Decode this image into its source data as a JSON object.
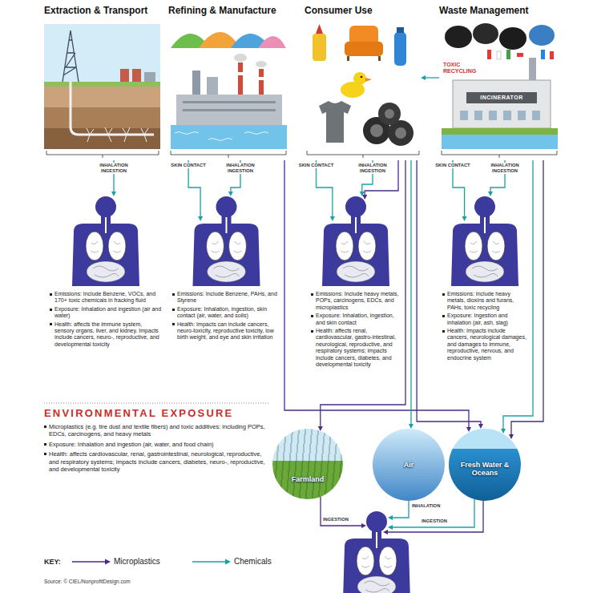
{
  "diagram": {
    "nodes": [
      {
        "text": [
          "Extraction & Transport"
        ]
      },
      {
        "text": [
          "Refining & Manufacture"
        ]
      },
      {
        "text": [
          "Consumer Use"
        ]
      },
      {
        "text": [
          "Waste Management"
        ]
      },
      {
        "text": [
          "Emissions: Include Benzene, VOCs, and 170+ toxic chemicals in fracking fluid",
          "Exposure: Inhalation and ingestion (air and water)",
          "Health: affects the immune system, sensory organs, liver, and kidney. Impacts include cancers, neuro-, reproductive, and developmental toxicity"
        ]
      },
      {
        "text": [
          "Emissions: Include Benzene, PAHs, and Styrene",
          "Exposure: Inhalation, ingestion, skin contact (air, water, and soils)",
          "Health: Impacts can include cancers, neuro-toxicity, reproductive toxicity, low birth weight, and eye and skin irritation"
        ]
      },
      {
        "text": [
          "Emissions: Include heavy metals, POPs, carcinogens, EDCs, and microplastics",
          "Exposure: Inhalation, ingestion, and skin contact",
          "Health: affects renal, cardiovascular, gastro-intestinal, neurological, reproductive, and respiratory systems; impacts include cancers, diabetes, and developmental toxicity"
        ]
      },
      {
        "text": [
          "Emissions: Include heavy metals, dioxins and furans, PAHs, toxic recycling",
          "Exposure: Ingestion and inhalation (air, ash, slag)",
          "Health: Impacts include cancers, neurological damages, and damages to immune, reproductive, nervous, and endocrine system"
        ]
      },
      {
        "text": [
          "Farmland"
        ]
      },
      {
        "text": [
          "Air"
        ]
      },
      {
        "text": [
          "Fresh Water & Oceans"
        ]
      }
    ],
    "edges": [
      {
        "from": 0,
        "to": 4,
        "label": "INHALATION INGESTION",
        "arrow": "to"
      },
      {
        "from": 1,
        "to": 5,
        "label": "SKIN CONTACT",
        "arrow": "to"
      },
      {
        "from": 1,
        "to": 5,
        "label": "INHALATION INGESTION",
        "arrow": "to"
      },
      {
        "from": 2,
        "to": 6,
        "label": "SKIN CONTACT",
        "arrow": "to"
      },
      {
        "from": 2,
        "to": 6,
        "label": "INHALATION INGESTION",
        "arrow": "to"
      },
      {
        "from": 2,
        "to": 6,
        "arrow": "to"
      },
      {
        "from": 3,
        "to": 7,
        "label": "SKIN CONTACT",
        "arrow": "to"
      },
      {
        "from": 3,
        "to": 7,
        "label": "INHALATION INGESTION",
        "arrow": "to"
      },
      {
        "from": 3,
        "to": 2,
        "label": "TOXIC RECYCLING",
        "arrow": "to"
      },
      {
        "from": 1,
        "to": 10,
        "arrow": "to"
      },
      {
        "from": 2,
        "to": 9,
        "arrow": "to"
      },
      {
        "from": 2,
        "to": 10,
        "arrow": "to"
      },
      {
        "from": 2,
        "to": 8,
        "arrow": "to"
      },
      {
        "from": 3,
        "to": 10,
        "arrow": "to"
      },
      {
        "from": 3,
        "to": 10,
        "arrow": "to"
      }
    ],
    "labels": [
      "INCINERATOR",
      "ENVIRONMENTAL EXPOSURE",
      "Microplastics (e.g. tire dust and textile fibers) and toxic additives: including POPs, EDCs, carcinogens, and heavy metals",
      "Exposure: Inhalation and ingestion (air, water, and food chain)",
      "Health: affects cardiovascular, renal, gastrointestinal, neurological, reproductive, and respiratory systems; impacts include cancers, diabetes, neuro-, reproductive, and developmental toxicity",
      "INGESTION",
      "INHALATION",
      "INGESTION",
      "KEY:",
      "Source: © CIEL/NonprofitDesign.com"
    ],
    "legend": [
      {
        "text": "Microplastics"
      },
      {
        "text": "Chemicals"
      }
    ]
  }
}
